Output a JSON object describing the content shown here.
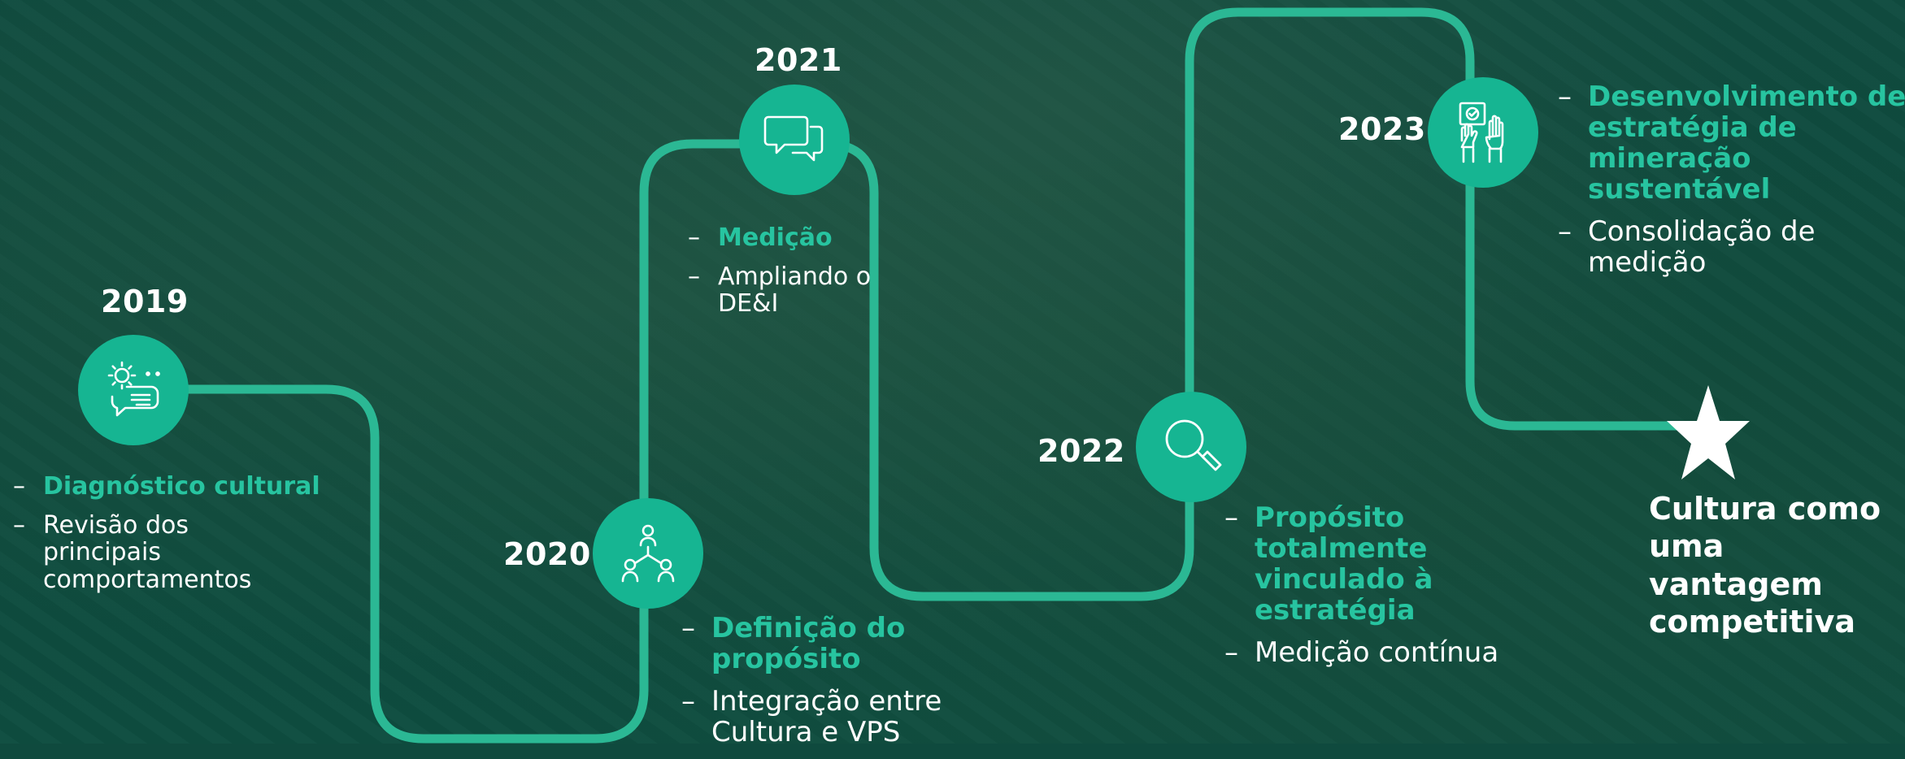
{
  "milestones": [
    {
      "year": "2019",
      "icon": "chat-gear-icon",
      "items": [
        {
          "text": "Diagnóstico cultural",
          "highlight": true
        },
        {
          "text": "Revisão dos principais comportamentos",
          "highlight": false
        }
      ]
    },
    {
      "year": "2020",
      "icon": "people-network-icon",
      "items": [
        {
          "text": "Definição do propósito",
          "highlight": true
        },
        {
          "text": "Integração entre Cultura e VPS",
          "highlight": false
        }
      ]
    },
    {
      "year": "2021",
      "icon": "speech-bubbles-icon",
      "items": [
        {
          "text": "Medição",
          "highlight": true
        },
        {
          "text": "Ampliando o DE&I",
          "highlight": false
        }
      ]
    },
    {
      "year": "2022",
      "icon": "magnifier-icon",
      "items": [
        {
          "text": "Propósito totalmente vinculado à estratégia",
          "highlight": true
        },
        {
          "text": "Medição contínua",
          "highlight": false
        }
      ]
    },
    {
      "year": "2023",
      "icon": "raised-hands-vote-icon",
      "items": [
        {
          "text": "Desenvolvimento de estratégia de mineração sustentável",
          "highlight": true
        },
        {
          "text": "Consolidação de medição",
          "highlight": false
        }
      ]
    }
  ],
  "goal": {
    "icon": "star-icon",
    "text": "Cultura como uma vantagem competitiva"
  },
  "colors": {
    "accent": "#27c4a0",
    "node": "#16b592",
    "path": "#2bb894",
    "background": "#0f4a3e",
    "text": "#ffffff"
  }
}
